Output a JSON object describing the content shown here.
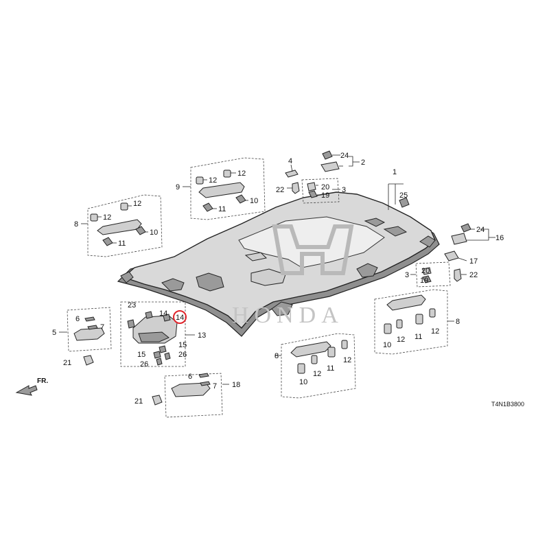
{
  "watermark": "HONDA",
  "front_marker": "FR.",
  "diagram_code": "T4N1B3800",
  "highlighted_callout": "14",
  "highlight_color": "#e0242b",
  "callouts": {
    "c1": "1",
    "c2": "2",
    "c3a": "3",
    "c3b": "3",
    "c4": "4",
    "c5": "5",
    "c6a": "6",
    "c6b": "6",
    "c7a": "7",
    "c7b": "7",
    "c8a": "8",
    "c8b": "8",
    "c8c": "8",
    "c9": "9",
    "c10a": "10",
    "c10b": "10",
    "c10c": "10",
    "c10d": "10",
    "c11a": "11",
    "c11b": "11",
    "c11c": "11",
    "c11d": "11",
    "c12a": "12",
    "c12b": "12",
    "c12c": "12",
    "c12d": "12",
    "c12e": "12",
    "c12f": "12",
    "c12g": "12",
    "c12h": "12",
    "c13": "13",
    "c14a": "14",
    "c14b": "14",
    "c15a": "15",
    "c15b": "15",
    "c16": "16",
    "c17": "17",
    "c18": "18",
    "c19a": "19",
    "c19b": "19",
    "c20a": "20",
    "c20b": "20",
    "c21a": "21",
    "c21b": "21",
    "c22a": "22",
    "c22b": "22",
    "c23": "23",
    "c24a": "24",
    "c24b": "24",
    "c25": "25",
    "c26a": "26",
    "c26b": "26"
  }
}
